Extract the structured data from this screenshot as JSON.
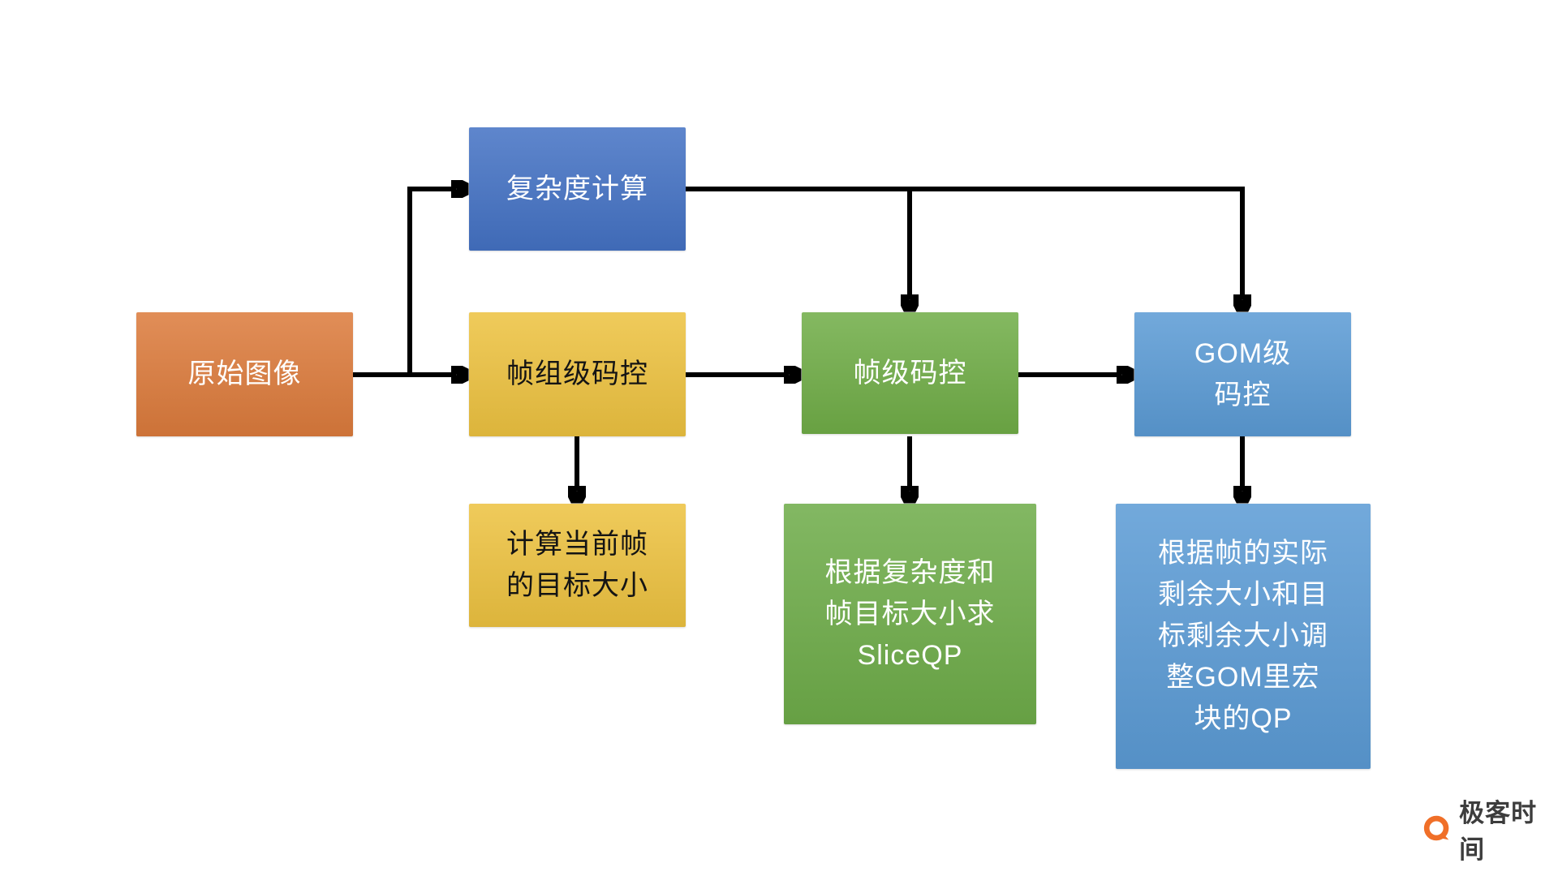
{
  "diagram": {
    "title_hint": "rate-control flow diagram",
    "background": "#ffffff",
    "arrow_color": "#000000",
    "nodes": {
      "original": {
        "label": "原始图像",
        "color": "#DC7B3C",
        "text_color": "#ffffff"
      },
      "complexity": {
        "label": "复杂度计算",
        "color": "#4472C4",
        "text_color": "#ffffff"
      },
      "gop": {
        "label": "帧组级码控",
        "color": "#EDC240",
        "text_color": "#141414"
      },
      "frame": {
        "label": "帧级码控",
        "color": "#70AD47",
        "text_color": "#ffffff"
      },
      "gom": {
        "label": "GOM级\n码控",
        "color": "#5B9BD5",
        "text_color": "#ffffff"
      },
      "frame_target": {
        "label": "计算当前帧\n的目标大小",
        "color": "#EDC240",
        "text_color": "#141414"
      },
      "slice_qp": {
        "label": "根据复杂度和\n帧目标大小求\nSliceQP",
        "color": "#6EAC49",
        "text_color": "#ffffff"
      },
      "gom_adjust": {
        "label": "根据帧的实际\n剩余大小和目\n标剩余大小调\n整GOM里宏\n块的QP",
        "color": "#5B9BD5",
        "text_color": "#ffffff"
      }
    },
    "logo": {
      "text": "极客时间",
      "icon": "geektime-bubble",
      "icon_color": "#F06F28",
      "text_color": "#3D3D3D"
    }
  }
}
